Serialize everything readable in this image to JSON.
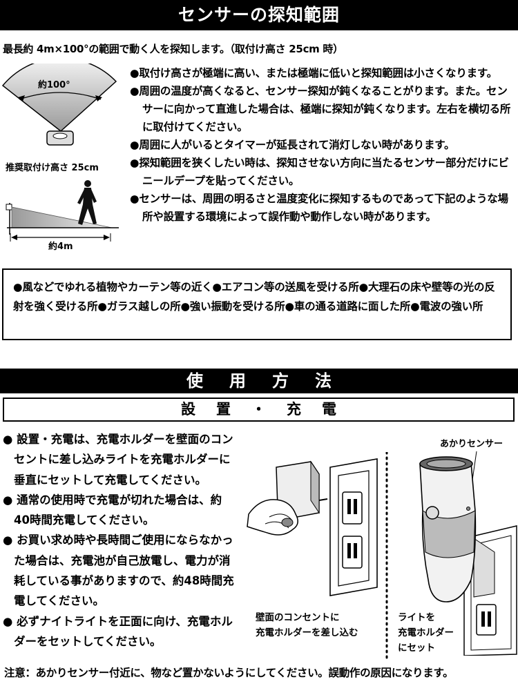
{
  "section1": {
    "title": "センサーの探知範囲",
    "lead": "最長約 4m×100°の範囲で動く人を探知します。（取付け高さ 25cm 時）",
    "figure": {
      "angle_label": "約100°",
      "height_label": "推奨取付け高さ 25cm",
      "distance_label": "約4m"
    },
    "notes": [
      "●取付け高さが極端に高い、または極端に低いと探知範囲は小さくなります。",
      "●周囲の温度が高くなると、センサー探知が鈍くなることがります。また。センサーに向かって直進した場合は、極端に探知が鈍くなります。左右を横切る所に取付けてください。",
      "●周囲に人がいるとタイマーが延長されて消灯しない時があります。",
      "●探知範囲を狭くしたい時は、探知させない方向に当たるセンサー部分だけにビニールデープを貼ってください。",
      "●センサーは、周囲の明るさと温度変化に探知するものであって下記のような場所や設置する環境によって誤作動や動作しない時があります。"
    ],
    "warning_box": "●風などでゆれる植物やカーテン等の近く●エアコン等の送風を受ける所●大理石の床や壁等の光の反射を強く受ける所●ガラス越しの所●強い振動を受ける所●車の通る道路に面した所●電波の強い所"
  },
  "section2": {
    "title": "使用方法",
    "subtitle": "設置・充電",
    "steps": [
      "● 設置・充電は、充電ホルダーを壁面のコンセントに差し込みライトを充電ホルダーに垂直にセットして充電してください。",
      "● 通常の使用時で充電が切れた場合は、約40時間充電してください。",
      "● お買い求め時や長時間ご使用にならなかった場合は、充電池が自己放電し、電力が消耗している事がありますので、約48時間充電してください。",
      "● 必ずナイトライトを正面に向け、充電ホルダーをセットしてください。"
    ],
    "illustration": {
      "left_caption": [
        "壁面のコンセントに",
        "充電ホルダーを差し込む"
      ],
      "right_caption": [
        "ライトを",
        "充電ホルダー",
        "にセット"
      ],
      "sensor_label": "あかりセンサー"
    },
    "footer": "注意：あかりセンサー付近に、物など置かないようにしてください。誤動作の原因になります。"
  }
}
